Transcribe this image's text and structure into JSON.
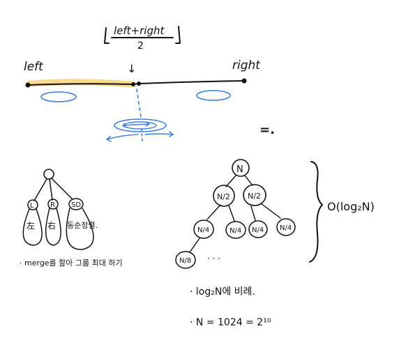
{
  "colors": {
    "ink": "#111111",
    "highlight": "#f7d27a",
    "blue_pen": "#3d7fd9",
    "background": "#ffffff"
  },
  "top": {
    "formula_numerator": "left+right",
    "formula_denominator": "2",
    "left_label": "left",
    "right_label": "right",
    "mid_arrow": "↓",
    "dot_symbol": "=."
  },
  "merge_tree": {
    "child_labels": [
      "L",
      "R",
      "SD"
    ],
    "sub_labels": [
      "左",
      "右",
      "동순정렬."
    ],
    "caption": "· merge를 할아 그룹 최대 하기"
  },
  "binary_tree": {
    "root": "N",
    "level1": [
      "N/2",
      "N/2"
    ],
    "level2": [
      "N/4",
      "N/4",
      "N/4",
      "N/4"
    ],
    "level3": [
      "N/8"
    ],
    "ellipsis": "· · ·",
    "complexity": "O(log₂N)"
  },
  "notes": [
    "· log₂N에 비례.",
    "· N = 1024 = 2¹⁰"
  ]
}
